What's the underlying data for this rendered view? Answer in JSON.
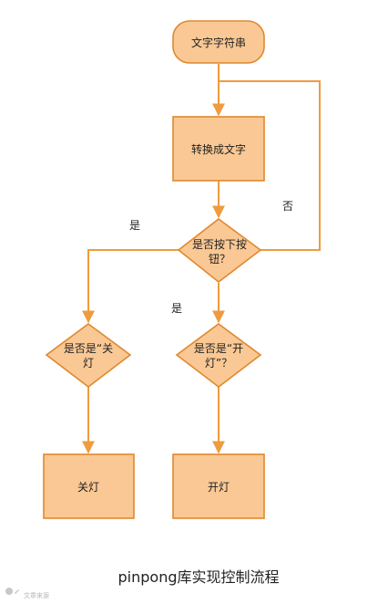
{
  "nodes": {
    "start": "文字字符串",
    "convert": "转换成文字",
    "button_check": [
      "是否按下按",
      "钮？"
    ],
    "off_check": [
      "是否是“关",
      "灯"
    ],
    "on_check": [
      "是否是“开",
      "灯”？"
    ],
    "light_off": "关灯",
    "light_on": "开灯"
  },
  "edge_labels": {
    "no": "否",
    "yes_left": "是",
    "yes_down": "是"
  },
  "caption": "pinpong库实现控制流程",
  "watermark": "文章来源",
  "colors": {
    "node_fill": "#fac894",
    "node_stroke": "#e0882d",
    "edge": "#ef9b3f"
  }
}
